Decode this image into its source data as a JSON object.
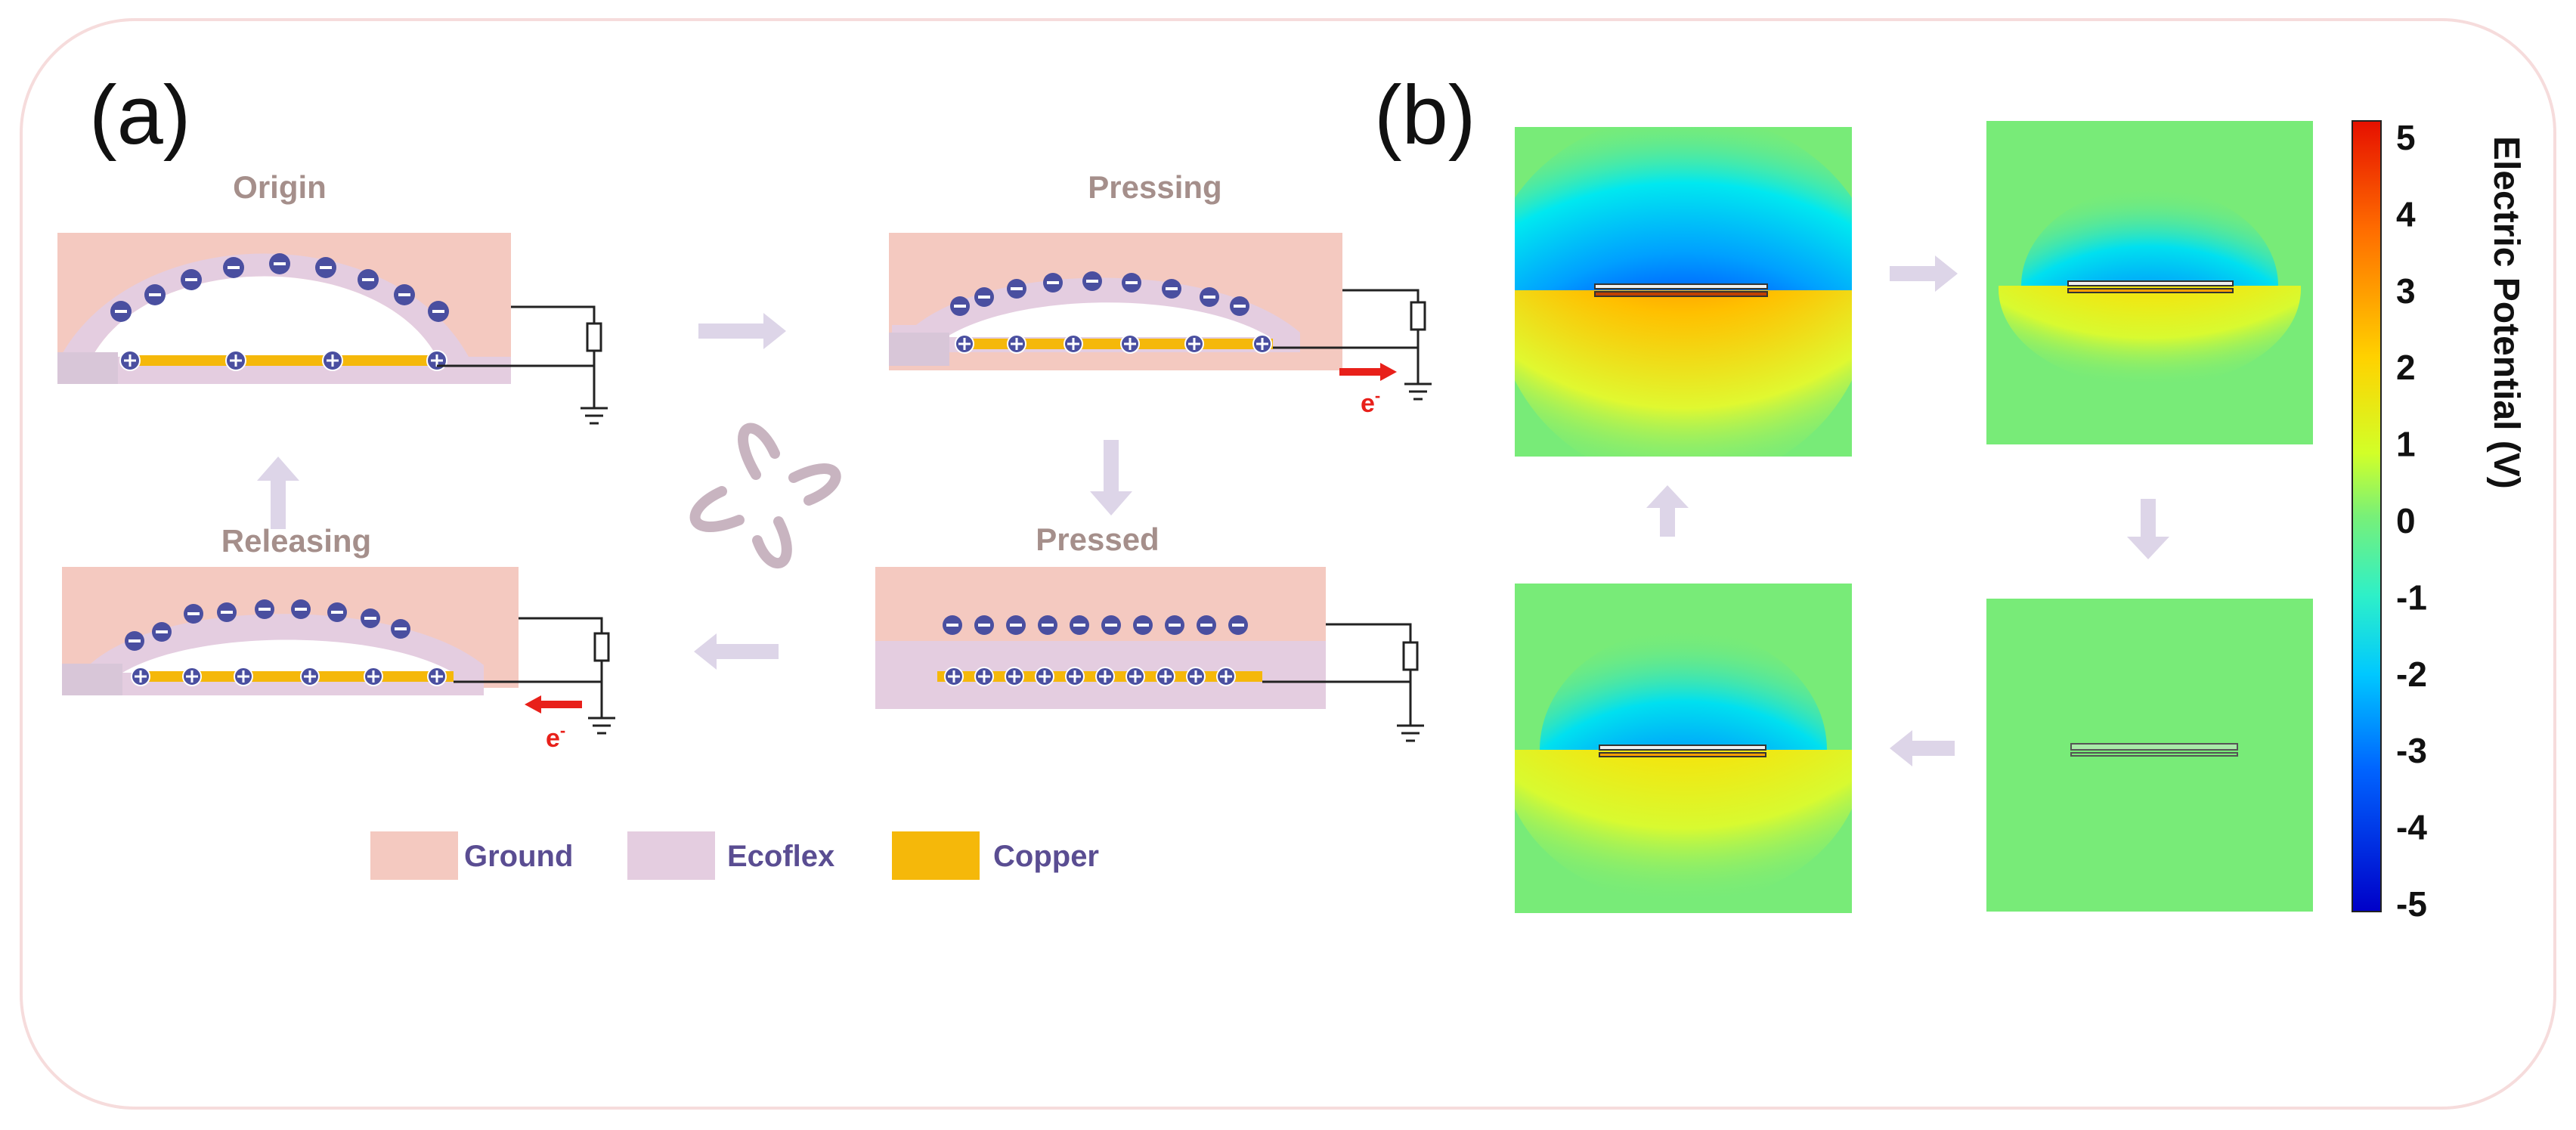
{
  "panel_a": {
    "label": "(a)",
    "states": {
      "origin": "Origin",
      "pressing": "Pressing",
      "pressed": "Pressed",
      "releasing": "Releasing"
    },
    "electron": "e",
    "electron_sup": "-",
    "legend": {
      "ground": "Ground",
      "ecoflex": "Ecoflex",
      "copper": "Copper"
    }
  },
  "panel_b": {
    "label": "(b)",
    "colorbar": {
      "title": "Electric Potential (V)",
      "ticks": [
        "5",
        "4",
        "3",
        "2",
        "1",
        "0",
        "-1",
        "-2",
        "-3",
        "-4",
        "-5"
      ],
      "colors": [
        "#ff1a00",
        "#ff7800",
        "#ffc800",
        "#c8ff32",
        "#64ff96",
        "#00e6ff",
        "#0078ff",
        "#0000d8"
      ]
    }
  },
  "colors": {
    "ground": "#f4c9c0",
    "ecoflex": "#e4cde0",
    "copper": "#f5b80a",
    "charge": "#4a4fa0",
    "label_text": "#a58f8b",
    "legend_text": "#5a4d92",
    "arrow": "#ddd5e8",
    "electron": "#e8201a",
    "field_bg": "#78eb78"
  }
}
